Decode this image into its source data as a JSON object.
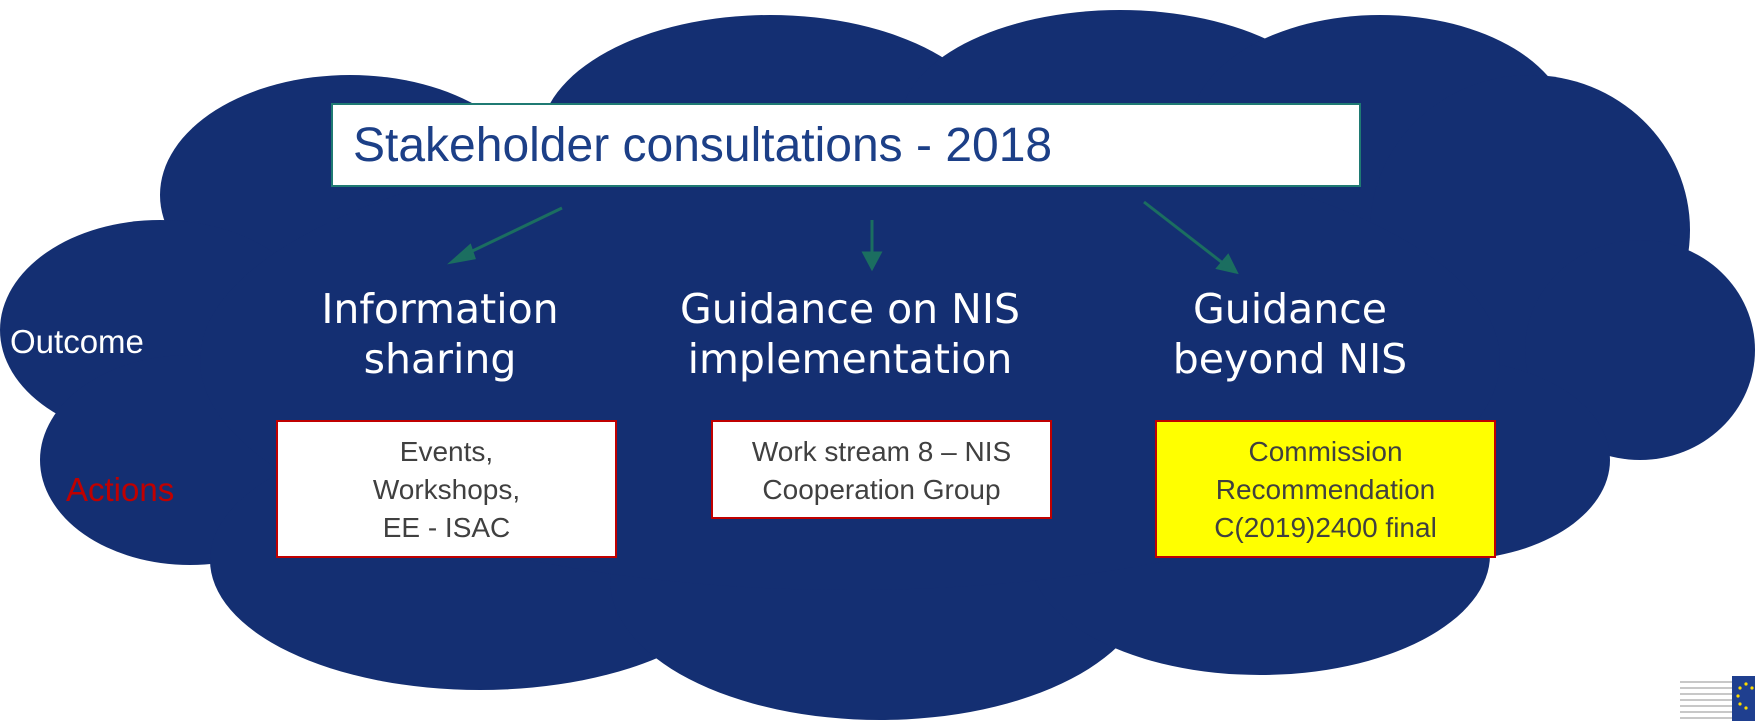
{
  "title": "Stakeholder consultations - 2018",
  "row_labels": {
    "outcome": "Outcome",
    "actions": "Actions"
  },
  "columns": [
    {
      "heading": [
        "Information",
        "sharing"
      ],
      "action": [
        "Events,",
        "Workshops,",
        "EE - ISAC"
      ]
    },
    {
      "heading": [
        "Guidance on NIS",
        "implementation"
      ],
      "action": [
        "Work stream 8 – NIS",
        "Cooperation Group"
      ]
    },
    {
      "heading": [
        "Guidance",
        "beyond NIS"
      ],
      "action": [
        "Commission",
        "Recommendation",
        "C(2019)2400 final"
      ]
    }
  ],
  "colors": {
    "cloud": "#142f72",
    "arrow": "#1b6e60",
    "title_text": "#1c3f87",
    "actions_label": "#c00000",
    "action_border": "#c00000",
    "highlight_box": "#ffff00"
  }
}
